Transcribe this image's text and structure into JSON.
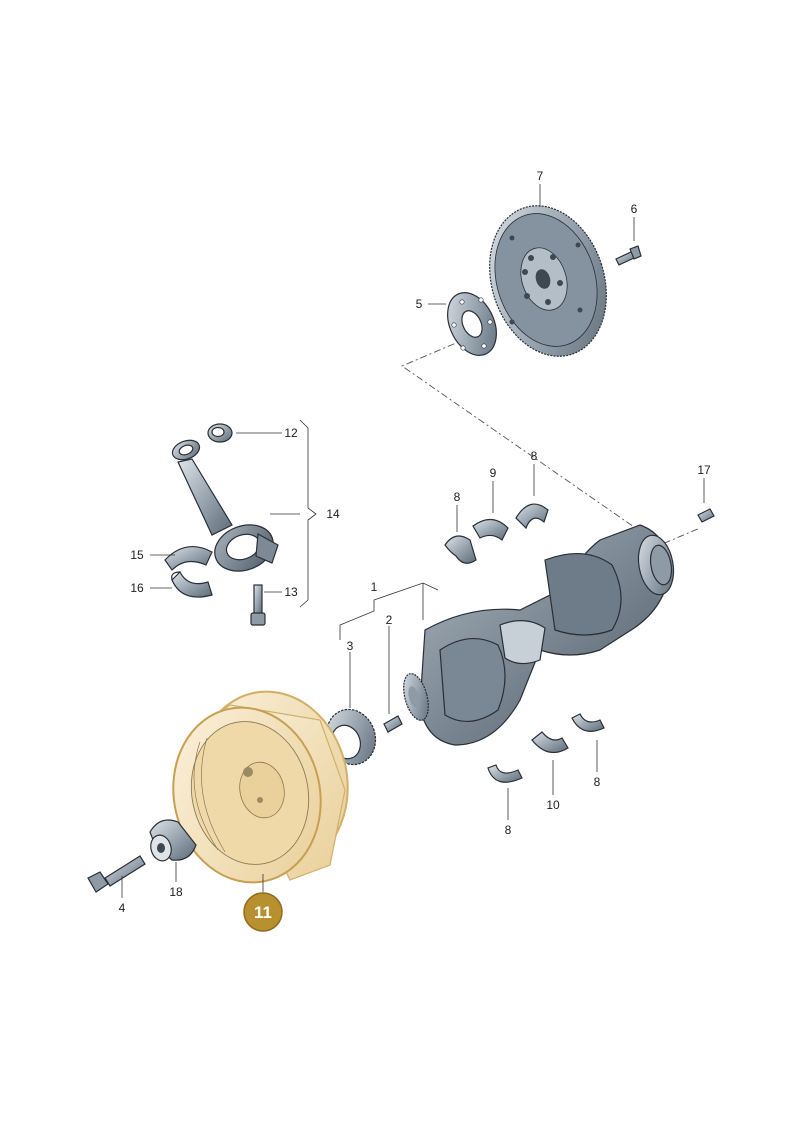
{
  "callouts": {
    "c1": "1",
    "c2": "2",
    "c3": "3",
    "c4": "4",
    "c5": "5",
    "c6": "6",
    "c7": "7",
    "c8a": "8",
    "c8b": "8",
    "c8c": "8",
    "c8d": "8",
    "c9": "9",
    "c10": "10",
    "c12": "12",
    "c13": "13",
    "c14": "14",
    "c15": "15",
    "c16": "16",
    "c17": "17",
    "c18": "18"
  },
  "highlight": {
    "label": "11",
    "badge_color": "#b8902f",
    "tint_color": "#f3ddb0"
  },
  "colors": {
    "metal_dark": "#5d6b78",
    "metal_mid": "#8e9aa6",
    "metal_light": "#c8d0d7",
    "line": "#2a2f36"
  }
}
